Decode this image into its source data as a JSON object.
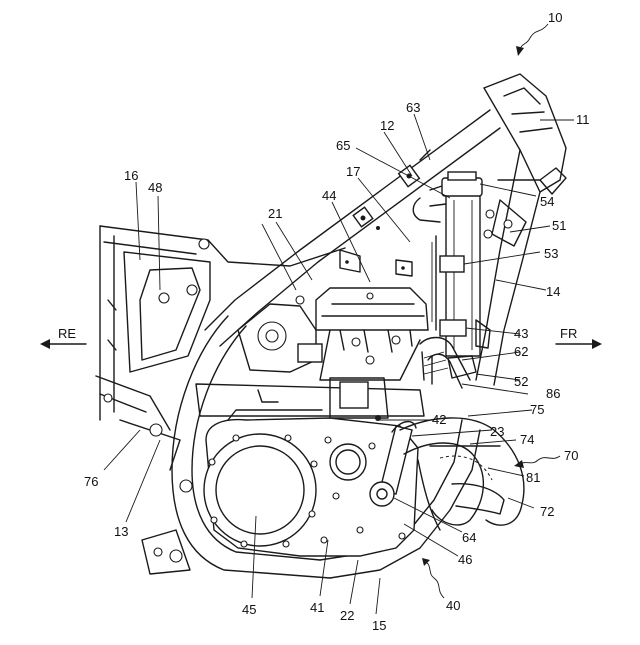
{
  "figure": {
    "main_ref": "10",
    "direction_left": "RE",
    "direction_right": "FR"
  },
  "labels": [
    {
      "id": "10",
      "text": "10"
    },
    {
      "id": "11",
      "text": "11"
    },
    {
      "id": "63",
      "text": "63"
    },
    {
      "id": "12",
      "text": "12"
    },
    {
      "id": "65",
      "text": "65"
    },
    {
      "id": "17",
      "text": "17"
    },
    {
      "id": "54",
      "text": "54"
    },
    {
      "id": "16",
      "text": "16"
    },
    {
      "id": "48",
      "text": "48"
    },
    {
      "id": "21",
      "text": "21"
    },
    {
      "id": "44",
      "text": "44"
    },
    {
      "id": "51",
      "text": "51"
    },
    {
      "id": "53",
      "text": "53"
    },
    {
      "id": "14",
      "text": "14"
    },
    {
      "id": "43",
      "text": "43"
    },
    {
      "id": "62",
      "text": "62"
    },
    {
      "id": "52",
      "text": "52"
    },
    {
      "id": "86",
      "text": "86"
    },
    {
      "id": "75",
      "text": "75"
    },
    {
      "id": "42",
      "text": "42"
    },
    {
      "id": "23",
      "text": "23"
    },
    {
      "id": "74",
      "text": "74"
    },
    {
      "id": "70",
      "text": "70"
    },
    {
      "id": "81",
      "text": "81"
    },
    {
      "id": "76",
      "text": "76"
    },
    {
      "id": "13",
      "text": "13"
    },
    {
      "id": "72",
      "text": "72"
    },
    {
      "id": "64",
      "text": "64"
    },
    {
      "id": "46",
      "text": "46"
    },
    {
      "id": "40",
      "text": "40"
    },
    {
      "id": "45",
      "text": "45"
    },
    {
      "id": "41",
      "text": "41"
    },
    {
      "id": "22",
      "text": "22"
    },
    {
      "id": "15",
      "text": "15"
    }
  ]
}
